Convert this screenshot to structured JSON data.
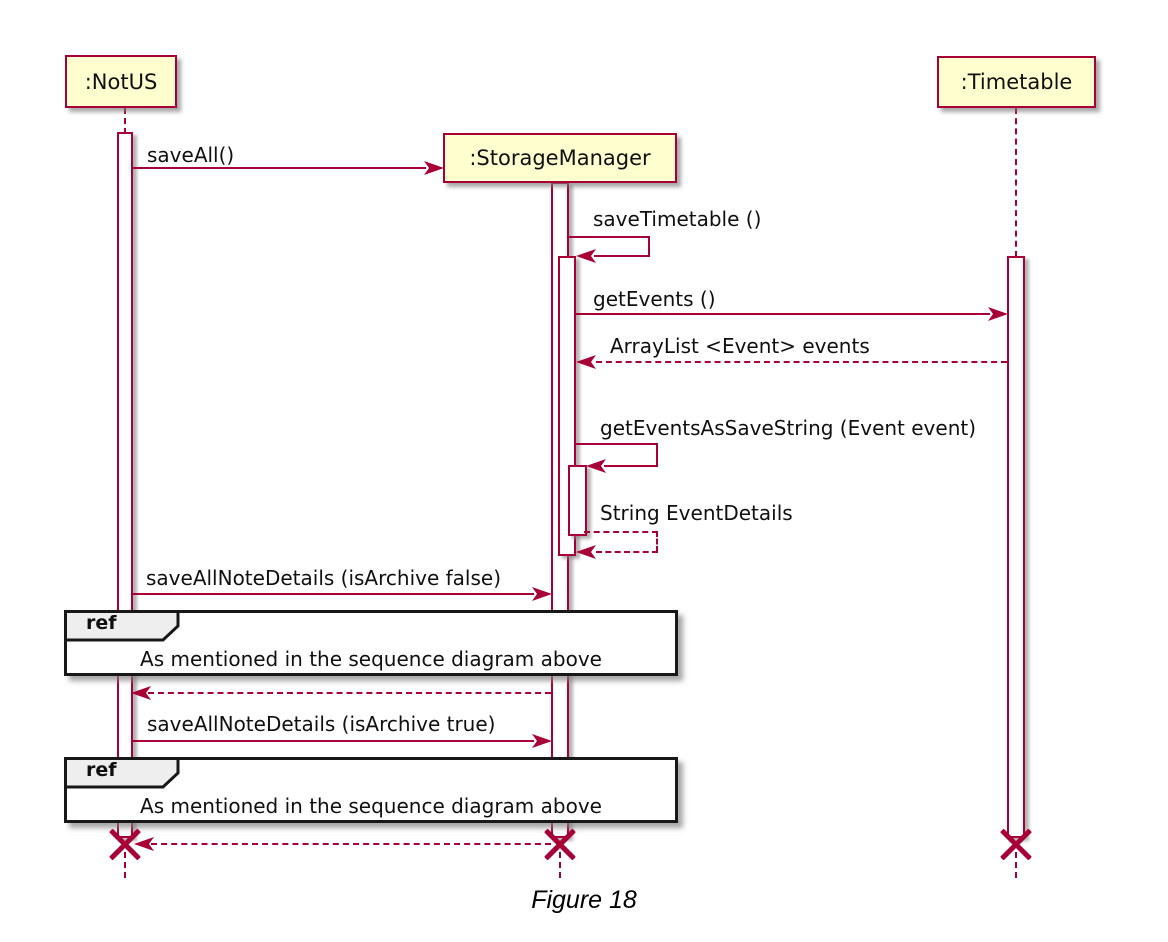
{
  "figure": {
    "caption": "Figure 18",
    "diagram_type": "UML sequence diagram"
  },
  "participants": [
    {
      "name": ":NotUS"
    },
    {
      "name": ":StorageManager"
    },
    {
      "name": ":Timetable"
    }
  ],
  "messages": [
    {
      "label": "saveAll()",
      "from": ":NotUS",
      "to": ":StorageManager",
      "kind": "create-call"
    },
    {
      "label": "saveTimetable ()",
      "from": ":StorageManager",
      "to": ":StorageManager",
      "kind": "self-call"
    },
    {
      "label": "getEvents ()",
      "from": ":StorageManager",
      "to": ":Timetable",
      "kind": "call"
    },
    {
      "label": "ArrayList <Event> events",
      "from": ":Timetable",
      "to": ":StorageManager",
      "kind": "dashed-return"
    },
    {
      "label": "getEventsAsSaveString (Event event)",
      "from": ":StorageManager",
      "to": ":StorageManager",
      "kind": "self-call"
    },
    {
      "label": "String EventDetails",
      "from": ":StorageManager",
      "to": ":StorageManager",
      "kind": "self-dashed-return"
    },
    {
      "label": "saveAllNoteDetails (isArchive false)",
      "from": ":NotUS",
      "to": ":StorageManager",
      "kind": "call"
    },
    {
      "label": "",
      "from": ":StorageManager",
      "to": ":NotUS",
      "kind": "dashed-return"
    },
    {
      "label": "saveAllNoteDetails (isArchive true)",
      "from": ":NotUS",
      "to": ":StorageManager",
      "kind": "call"
    },
    {
      "label": "",
      "from": ":StorageManager",
      "to": ":NotUS",
      "kind": "dashed-return"
    }
  ],
  "fragments": [
    {
      "operator": "ref",
      "text": "As mentioned in the sequence diagram above"
    },
    {
      "operator": "ref",
      "text": "As mentioned in the sequence diagram above"
    }
  ],
  "colors": {
    "accent": "#A80036",
    "participant_fill": "#FEFECE",
    "frame_border": "#181818",
    "fragment_tab_fill": "#EEEEEE",
    "background": "#FFFFFF"
  }
}
